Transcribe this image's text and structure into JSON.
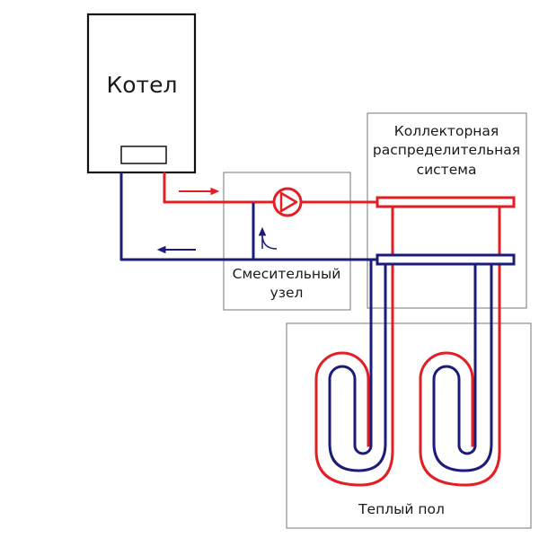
{
  "boiler": {
    "label": "Котел"
  },
  "collector": {
    "label_lines": [
      "Коллекторная",
      "распределительная",
      "система"
    ]
  },
  "mixing_unit": {
    "label_lines": [
      "Смесительный",
      "узел"
    ]
  },
  "floor": {
    "label": "Теплый пол"
  },
  "colors": {
    "supply": "#e31e24",
    "return": "#1c1c7a",
    "frame": "#777777",
    "boiler_frame": "#111111"
  },
  "icons": {
    "pump": "pump-icon",
    "flow_arrows": "arrow-icon"
  }
}
